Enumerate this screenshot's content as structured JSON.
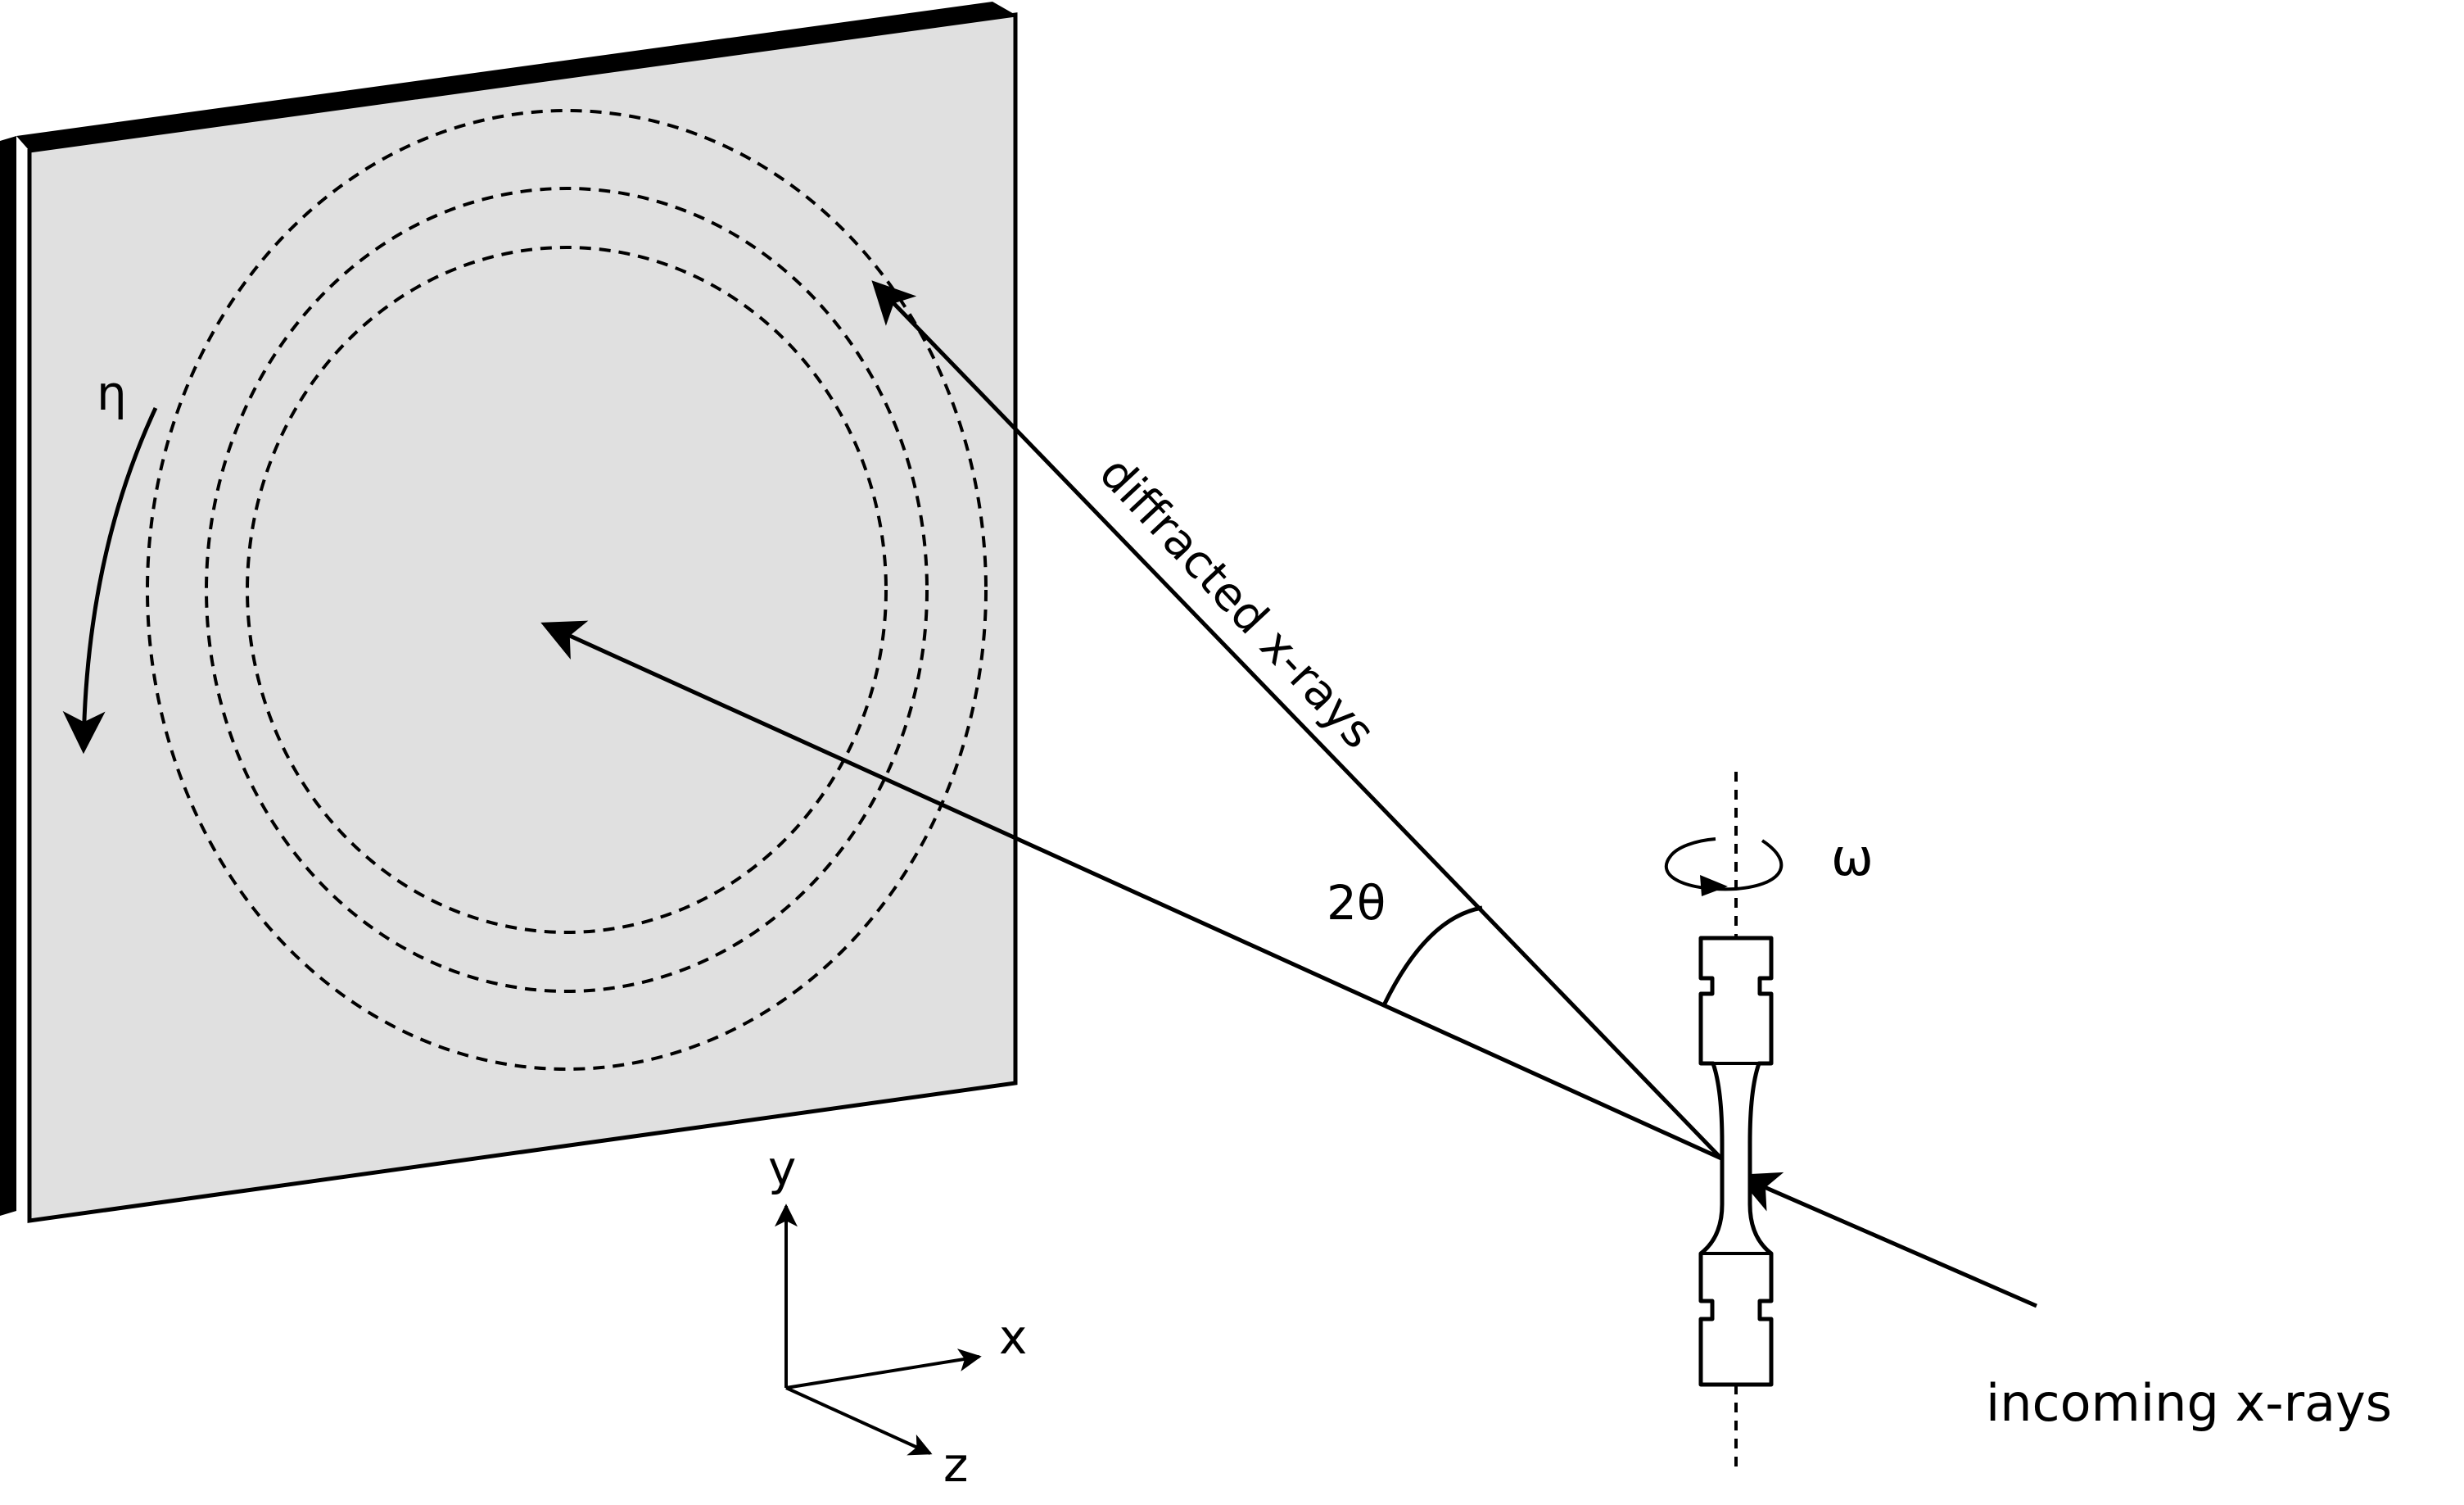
{
  "labels": {
    "eta": "η",
    "diffracted": "diffracted x-rays",
    "two_theta": "2θ",
    "omega": "ω",
    "incoming": "incoming x-rays",
    "axis_y": "y",
    "axis_x": "x",
    "axis_z": "z"
  },
  "colors": {
    "detector_fill": "#e0e0e0",
    "stroke": "#000000",
    "background": "#ffffff"
  }
}
